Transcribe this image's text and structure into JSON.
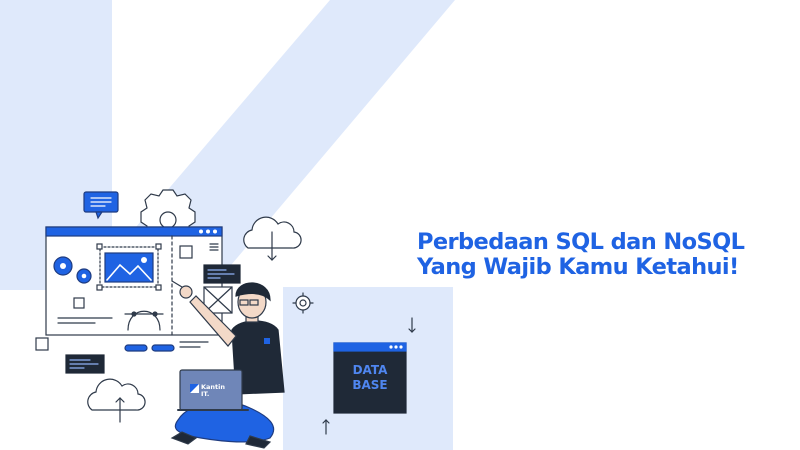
{
  "headline": {
    "line1": "Perbedaan SQL dan NoSQL",
    "line2": "Yang Wajib Kamu Ketahui!"
  },
  "laptop_brand": {
    "line1": "Kantin",
    "line2": "IT."
  },
  "database_panel": {
    "line1": "DATA",
    "line2": "BASE"
  },
  "colors": {
    "accent": "#1f63e3",
    "light_blue_bg": "#dfe9fb",
    "dark_navy": "#1f2937",
    "line": "#2f3a4a"
  }
}
